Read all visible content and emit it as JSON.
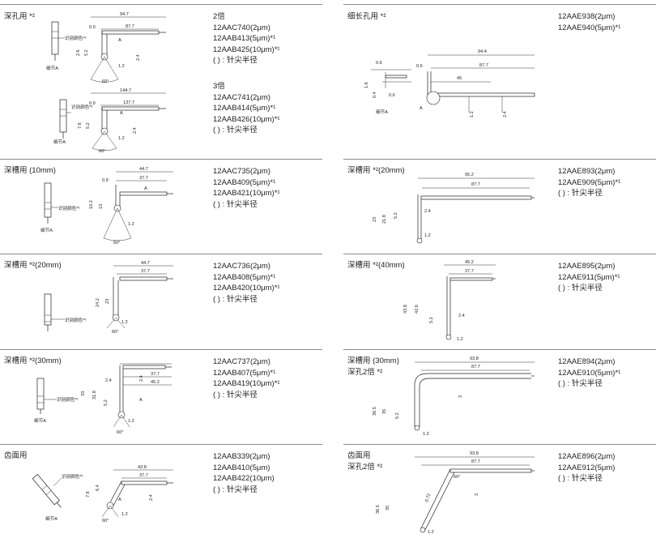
{
  "rows": [
    {
      "left": {
        "title": "深孔用 *²",
        "groups": [
          {
            "head": "2倍",
            "codes": [
              "12AAC740(2μm)",
              "12AAB413(5μm)*¹",
              "12AAB425(10μm)*¹"
            ],
            "note": "( ) :  针尖半径"
          },
          {
            "head": "3倍",
            "codes": [
              "12AAC741(2μm)",
              "12AAB414(5μm)*¹",
              "12AAB426(10μm)*¹"
            ],
            "note": "( ) :  针尖半径"
          }
        ],
        "dims": [
          "94.7",
          "0.9",
          "87.7",
          "2.6",
          "5.2",
          "2.4",
          "1.2",
          "60°",
          "识别颜色*³",
          "细节A",
          "A",
          "144.7",
          "0.9",
          "137.7",
          "7.6",
          "5.2",
          "2.4",
          "1.2",
          "60°",
          "识别颜色*³",
          "细节A",
          "A"
        ]
      },
      "right": {
        "title": "细长孔用 *²",
        "groups": [
          {
            "head": "",
            "codes": [
              "12AAE938(2μm)",
              "12AAE940(5μm)*¹"
            ],
            "note": ""
          }
        ],
        "dims": [
          "94.4",
          "0.6",
          "0.6",
          "87.7",
          "45",
          "1.6",
          "0.4",
          "0.6",
          "1.2",
          "2.4",
          "细节A",
          "A"
        ]
      }
    },
    {
      "left": {
        "title": "深槽用 (10mm)",
        "groups": [
          {
            "head": "",
            "codes": [
              "12AAC735(2μm)",
              "12AAB409(5μm)*¹",
              "12AAB421(10μm)*¹"
            ],
            "note": "( ) :  针尖半径"
          }
        ],
        "dims": [
          "44.7",
          "0.9",
          "37.7",
          "10.2",
          "13",
          "1.2",
          "60°",
          "识别颜色*³",
          "细节A",
          "A"
        ]
      },
      "right": {
        "title": "深槽用 *²(20mm)",
        "groups": [
          {
            "head": "",
            "codes": [
              "12AAE893(2μm)",
              "12AAE909(5μm)*¹"
            ],
            "note": "( ) :  针尖半径"
          }
        ],
        "dims": [
          "95.2",
          "87.7",
          "23",
          "21.8",
          "5.2",
          "2.4",
          "1.2"
        ]
      }
    },
    {
      "left": {
        "title": "深槽用 *²(20mm)",
        "groups": [
          {
            "head": "",
            "codes": [
              "12AAC736(2μm)",
              "12AAB408(5μm)*¹",
              "12AAB420(10μm)*¹"
            ],
            "note": "( ) :  针尖半径"
          }
        ],
        "dims": [
          "44.7",
          "37.7",
          "24.2",
          "23",
          "1.2",
          "60°",
          "识别颜色*³"
        ]
      },
      "right": {
        "title": "深槽用 *²(40mm)",
        "groups": [
          {
            "head": "",
            "codes": [
              "12AAE895(2μm)",
              "12AAE911(5μm)*¹"
            ],
            "note": "( ) :  针尖半径"
          }
        ],
        "dims": [
          "45.2",
          "37.7",
          "43.8",
          "42.6",
          "5.2",
          "2.4",
          "1.2"
        ]
      }
    },
    {
      "left": {
        "title": "深槽用 *²(30mm)",
        "groups": [
          {
            "head": "",
            "codes": [
              "12AAC737(2μm)",
              "12AAB407(5μm)*¹",
              "12AAB419(10μm)*¹"
            ],
            "note": "( ) :  针尖半径"
          }
        ],
        "dims": [
          "2.4",
          "2.4",
          "37.7",
          "45.2",
          "33",
          "31.8",
          "5.2",
          "1.2",
          "60°",
          "识别颜色*³",
          "细节A",
          "A"
        ]
      },
      "right": {
        "title": "深槽用 (30mm)",
        "title2": "深孔2倍 *²",
        "groups": [
          {
            "head": "",
            "codes": [
              "12AAE894(2μm)",
              "12AAE910(5μm)*¹"
            ],
            "note": "( ) :  针尖半径"
          }
        ],
        "dims": [
          "93.8",
          "87.7",
          "36.5",
          "35",
          "5.2",
          "3",
          "1.2"
        ]
      }
    },
    {
      "left": {
        "title": "齿面用",
        "groups": [
          {
            "head": "",
            "codes": [
              "12AAB339(2μm)",
              "12AAB410(5μm)",
              "12AAB422(10μm)"
            ],
            "note": "( ) :  针尖半径"
          }
        ],
        "dims": [
          "43.8",
          "37.7",
          "6.4",
          "7.6",
          "2.4",
          "1.2",
          "60°",
          "识别颜色*³",
          "细节A",
          "A"
        ]
      },
      "right": {
        "title": "齿面用",
        "title2": "深孔2倍 *²",
        "groups": [
          {
            "head": "",
            "codes": [
              "12AAE896(2μm)",
              "12AAE912(5μm)"
            ],
            "note": "( ) :  针尖半径"
          }
        ],
        "dims": [
          "93.8",
          "87.7",
          "60°",
          "36.5",
          "35",
          "0.72",
          "3",
          "1.2"
        ]
      }
    }
  ]
}
